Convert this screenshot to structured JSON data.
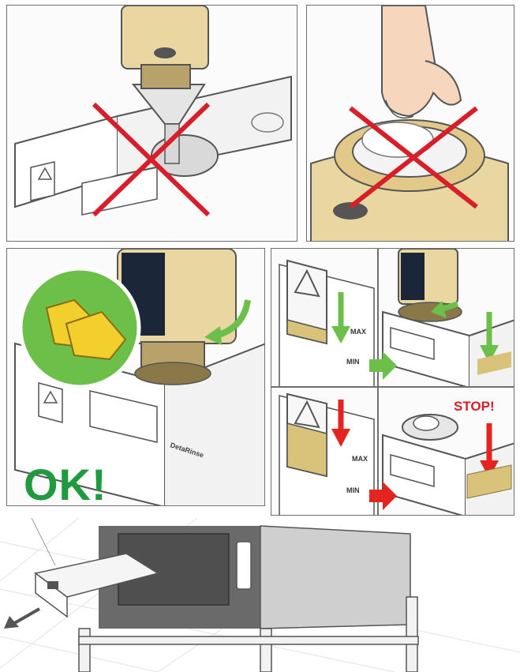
{
  "colors": {
    "prohibit": "#d81e28",
    "ok": "#1f9a3e",
    "arrow_green": "#6cc04a",
    "arrow_red": "#e52420",
    "bottle": "#e9d6a0",
    "bottle_dark": "#b9a26a",
    "liquid": "#d9c27a",
    "outline": "#555555"
  },
  "icons": [
    "prohibited-x-icon",
    "gloves-icon",
    "warning-triangle-icon",
    "arrow-right-icon",
    "arrow-down-icon",
    "curved-arrow-icon",
    "pull-out-arrow-icon"
  ],
  "labels": {
    "ok": "OK!",
    "stop": "STOP!",
    "max": "MAX",
    "min": "MIN",
    "brand": "DetaRinse"
  },
  "steps": [
    {
      "id": "no-funnel",
      "status": "prohibited"
    },
    {
      "id": "no-seal-removal",
      "status": "prohibited"
    },
    {
      "id": "insert-bottle-with-gloves",
      "status": "ok"
    },
    {
      "id": "level-at-min",
      "status": "fill"
    },
    {
      "id": "level-at-max",
      "status": "stop"
    }
  ]
}
